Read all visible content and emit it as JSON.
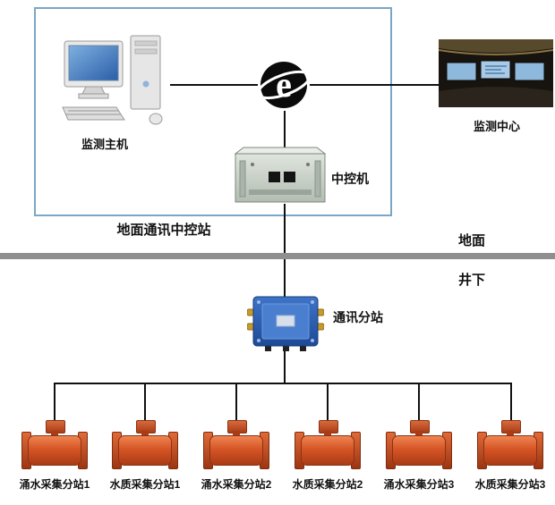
{
  "diagram": {
    "ground_station_label": "地面通讯中控站",
    "host_label": "监测主机",
    "center_label": "监测中心",
    "control_machine_label": "中控机",
    "surface_label": "地面",
    "underground_label": "井下",
    "substation_label": "通讯分站",
    "devices": [
      {
        "label": "涌水采集分站1"
      },
      {
        "label": "水质采集分站1"
      },
      {
        "label": "涌水采集分站2"
      },
      {
        "label": "水质采集分站2"
      },
      {
        "label": "涌水采集分站3"
      },
      {
        "label": "水质采集分站3"
      }
    ],
    "colors": {
      "frame_blue": "#7aa7c7",
      "divider_gray": "#8f8f8f",
      "junction_blue": "#2e62b8",
      "sensor_orange": "#c94e22",
      "line_black": "#101010"
    }
  }
}
